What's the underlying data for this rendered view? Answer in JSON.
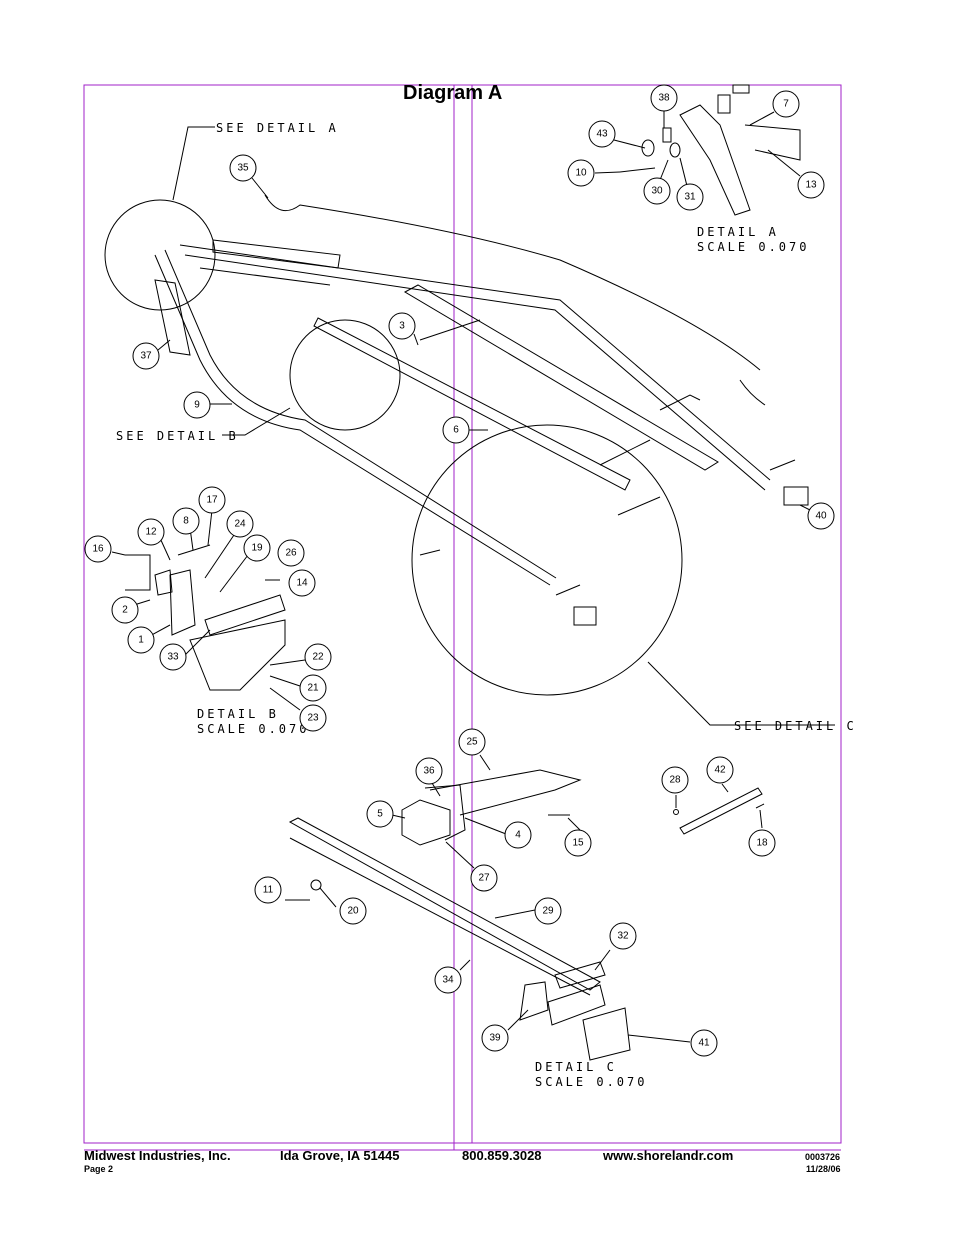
{
  "title": "Diagram A",
  "detail_labels": {
    "see_a": "SEE DETAIL  A",
    "see_b": "SEE DETAIL  B",
    "see_c": "SEE DETAIL  C",
    "detail_a": "DETAIL  A",
    "detail_b": "DETAIL  B",
    "detail_c": "DETAIL  C",
    "scale": "SCALE  0.070"
  },
  "callouts": {
    "c38": "38",
    "c7": "7",
    "c43": "43",
    "c10": "10",
    "c30": "30",
    "c31": "31",
    "c13": "13",
    "c35": "35",
    "c37": "37",
    "c9": "9",
    "c3": "3",
    "c6": "6",
    "c40": "40",
    "c17": "17",
    "c8": "8",
    "c24": "24",
    "c12": "12",
    "c16": "16",
    "c19": "19",
    "c26": "26",
    "c14": "14",
    "c2": "2",
    "c1": "1",
    "c33": "33",
    "c22": "22",
    "c21": "21",
    "c23": "23",
    "c25": "25",
    "c36": "36",
    "c5": "5",
    "c4": "4",
    "c15": "15",
    "c27": "27",
    "c28": "28",
    "c42": "42",
    "c18": "18",
    "c11": "11",
    "c20": "20",
    "c29": "29",
    "c32": "32",
    "c34": "34",
    "c39": "39",
    "c41": "41"
  },
  "footer": {
    "company": "Midwest Industries, Inc.",
    "city": "Ida Grove, IA  51445",
    "phone": "800.859.3028",
    "web": "www.shorelandr.com",
    "page": "Page 2",
    "doc_number": "0003726",
    "date": "11/28/06"
  },
  "colors": {
    "frame": "#a020c8",
    "ink": "#000000"
  }
}
